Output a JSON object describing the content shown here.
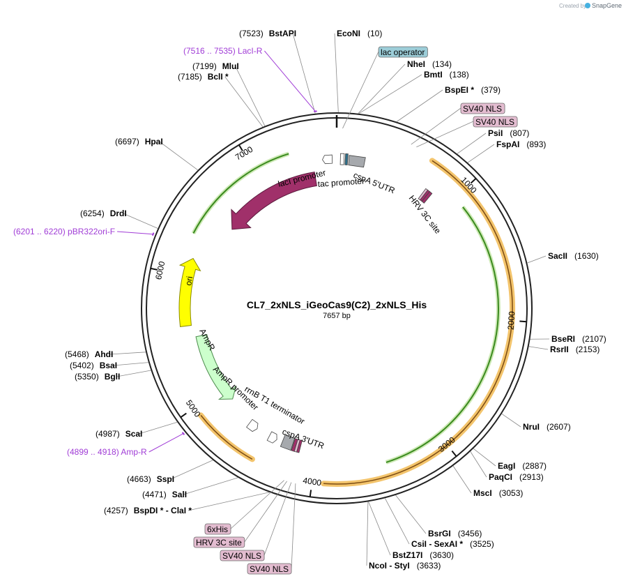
{
  "credit": {
    "prefix": "Created by",
    "brand": "SnapGene"
  },
  "plasmid": {
    "name": "CL7_2xNLS_iGeoCas9(C2)_2xNLS_His",
    "size_label": "7657 bp",
    "length": 7657
  },
  "ring_ticks": [
    {
      "pos": 1000,
      "label": "1000"
    },
    {
      "pos": 2000,
      "label": "2000"
    },
    {
      "pos": 3000,
      "label": "3000"
    },
    {
      "pos": 4000,
      "label": "4000"
    },
    {
      "pos": 5000,
      "label": "5000"
    },
    {
      "pos": 6000,
      "label": "6000"
    },
    {
      "pos": 7000,
      "label": "7000"
    }
  ],
  "enzymes": [
    {
      "name": "BstAPI",
      "pos_label": "(7523)",
      "site": 7523
    },
    {
      "name": "EcoNI",
      "pos_label": "(10)",
      "site": 10
    },
    {
      "name": "NheI",
      "pos_label": "(134)",
      "site": 134
    },
    {
      "name": "BmtI",
      "pos_label": "(138)",
      "site": 138
    },
    {
      "name": "BspEI *",
      "pos_label": "(379)",
      "site": 379
    },
    {
      "name": "PsiI",
      "pos_label": "(807)",
      "site": 807
    },
    {
      "name": "FspAI",
      "pos_label": "(893)",
      "site": 893
    },
    {
      "name": "SacII",
      "pos_label": "(1630)",
      "site": 1630
    },
    {
      "name": "BseRI",
      "pos_label": "(2107)",
      "site": 2107
    },
    {
      "name": "RsrII",
      "pos_label": "(2153)",
      "site": 2153
    },
    {
      "name": "NruI",
      "pos_label": "(2607)",
      "site": 2607
    },
    {
      "name": "EagI",
      "pos_label": "(2887)",
      "site": 2887
    },
    {
      "name": "PaqCI",
      "pos_label": "(2913)",
      "site": 2913
    },
    {
      "name": "MscI",
      "pos_label": "(3053)",
      "site": 3053
    },
    {
      "name": "BsrGI",
      "pos_label": "(3456)",
      "site": 3456
    },
    {
      "name": "CsiI  -  SexAI *",
      "pos_label": "(3525)",
      "site": 3525
    },
    {
      "name": "BstZ17I",
      "pos_label": "(3630)",
      "site": 3630
    },
    {
      "name": "NcoI  -  StyI",
      "pos_label": "(3633)",
      "site": 3633
    },
    {
      "name": "BspDI *  -  ClaI *",
      "pos_label": "(4257)",
      "site": 4257
    },
    {
      "name": "SalI",
      "pos_label": "(4471)",
      "site": 4471
    },
    {
      "name": "SspI",
      "pos_label": "(4663)",
      "site": 4663
    },
    {
      "name": "ScaI",
      "pos_label": "(4987)",
      "site": 4987
    },
    {
      "name": "BglI",
      "pos_label": "(5350)",
      "site": 5350
    },
    {
      "name": "BsaI",
      "pos_label": "(5402)",
      "site": 5402
    },
    {
      "name": "AhdI",
      "pos_label": "(5468)",
      "site": 5468
    },
    {
      "name": "DrdI",
      "pos_label": "(6254)",
      "site": 6254
    },
    {
      "name": "HpaI",
      "pos_label": "(6697)",
      "site": 6697
    },
    {
      "name": "BclI *",
      "pos_label": "(7185)",
      "site": 7185
    },
    {
      "name": "MluI",
      "pos_label": "(7199)",
      "site": 7199
    }
  ],
  "primers": [
    {
      "label": "(7516 .. 7535)  LacI-R",
      "start": 7516,
      "end": 7535
    },
    {
      "label": "(6201 .. 6220)  pBR322ori-F",
      "start": 6201,
      "end": 6220
    },
    {
      "label": "(4899 .. 4918)  Amp-R",
      "start": 4899,
      "end": 4918
    }
  ],
  "boxed_labels": [
    {
      "text": "lac operator",
      "kind": "regulatory",
      "site": 40
    },
    {
      "text": "SV40 NLS",
      "kind": "nls",
      "site": 520
    },
    {
      "text": "SV40 NLS",
      "kind": "nls",
      "site": 560
    },
    {
      "text": "6xHis",
      "kind": "nls",
      "site": 4190
    },
    {
      "text": "HRV 3C site",
      "kind": "nls",
      "site": 4170
    },
    {
      "text": "SV40 NLS",
      "kind": "nls",
      "site": 4140
    },
    {
      "text": "SV40 NLS",
      "kind": "nls",
      "site": 4110
    }
  ],
  "feature_labels": {
    "lacI": "lacI",
    "lacI_promoter": "lacI promoter",
    "tac_promoter": "tac promoter",
    "cspA_5utr": "cspA 5'UTR",
    "hrv_site": "HRV 3C site",
    "ori": "ori",
    "ampr": "AmpR",
    "ampr_promoter": "AmpR promoter",
    "rrnb": "rrnB T1 terminator",
    "cspA_3utr": "cspA 3'UTR"
  },
  "colors": {
    "lacI": "#a0306a",
    "ori": "#ffff00",
    "ampr": "#ccffcc",
    "orange": "#e8a338",
    "green": "#4aa02c",
    "cds_dark": "#a0306a",
    "operator_fill": "#9ccdd8",
    "nls_fill": "#e3bcd0",
    "gray": "#a6a9ad",
    "primer": "#a03cd6"
  }
}
